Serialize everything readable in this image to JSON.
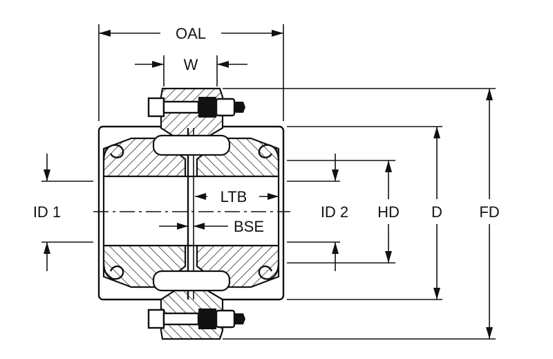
{
  "dimensions": {
    "oal": "OAL",
    "w": "W",
    "ltb": "LTB",
    "bse": "BSE",
    "id1": "ID 1",
    "id2": "ID 2",
    "hd": "HD",
    "d": "D",
    "fd": "FD"
  },
  "colors": {
    "ink": "#111111",
    "background": "#ffffff"
  }
}
